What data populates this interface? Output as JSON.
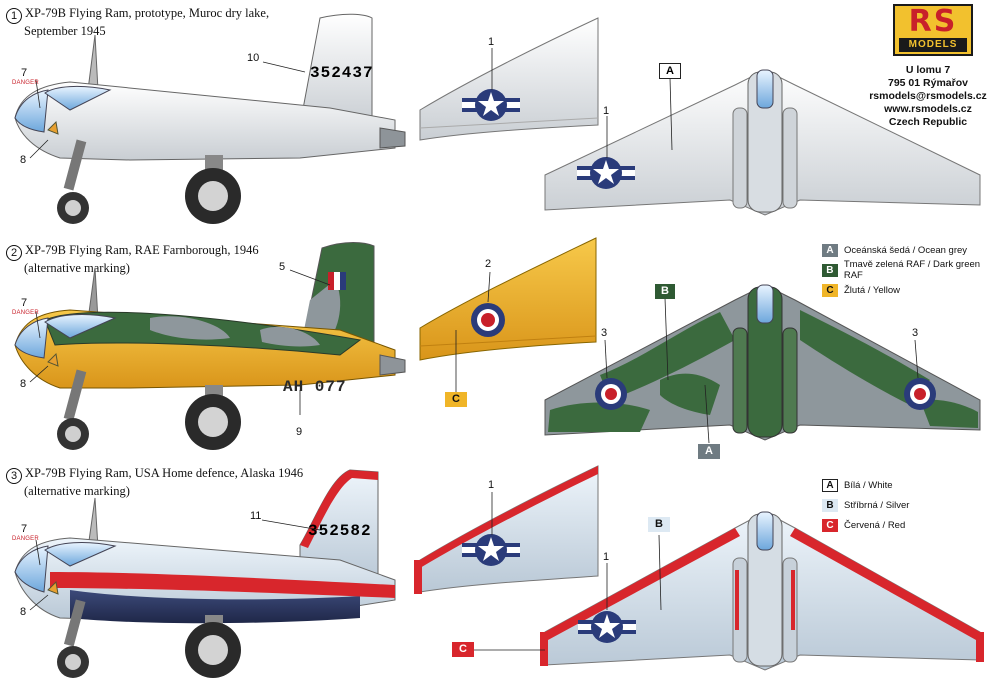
{
  "brand": {
    "logo_letters": "RS",
    "logo_word": "MODELS"
  },
  "contact": [
    "U lomu 7",
    "795 01 Rýmařov",
    "rsmodels@rsmodels.cz",
    "www.rsmodels.cz",
    "Czech Republic"
  ],
  "schemes": [
    {
      "number": "1",
      "title_line1": "XP-79B Flying Ram, prototype, Muroc dry lake,",
      "title_line2": "September 1945"
    },
    {
      "number": "2",
      "title_line1": "XP-79B Flying Ram, RAE Farnborough, 1946",
      "title_line2": "(alternative marking)"
    },
    {
      "number": "3",
      "title_line1": "XP-79B Flying Ram, USA Home defence, Alaska 1946",
      "title_line2": "(alternative marking)"
    }
  ],
  "callouts": {
    "n1": "1",
    "n2": "2",
    "n3": "3",
    "n5": "5",
    "n7": "7",
    "n8": "8",
    "n9": "9",
    "n10": "10",
    "n11": "11"
  },
  "danger_label": "DANGER",
  "serials": {
    "s1": "352437",
    "s2": "AH 077",
    "s3": "352582"
  },
  "paint_letters": {
    "A": "A",
    "B": "B",
    "C": "C"
  },
  "legend_1": [
    {
      "letter": "A",
      "label": "Oceánská šedá / Ocean grey",
      "color": "#6f7b82"
    },
    {
      "letter": "B",
      "label": "Tmavě zelená RAF / Dark green RAF",
      "color": "#2f5a33"
    },
    {
      "letter": "C",
      "label": "Žlutá / Yellow",
      "color": "#f0b528"
    }
  ],
  "legend_2": [
    {
      "letter": "A",
      "label": "Bílá / White",
      "color": "#ffffff"
    },
    {
      "letter": "B",
      "label": "Stříbrná / Silver",
      "color": "#dde9f3"
    },
    {
      "letter": "C",
      "label": "Červená / Red",
      "color": "#d8262c"
    }
  ]
}
